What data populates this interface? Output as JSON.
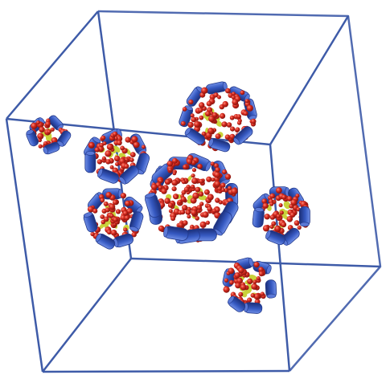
{
  "scene": {
    "background": "#ffffff",
    "box_color": "#3e5ba8",
    "rod_color": "#3558c0",
    "rod_dark": "#23398a",
    "bead_color": "#d3281d",
    "bead_dark": "#8c1410",
    "core_color": "#c9d23a",
    "clusters": [
      {
        "name": "cluster-top-right",
        "bead_count": 90
      },
      {
        "name": "cluster-far-left",
        "bead_count": 30
      },
      {
        "name": "cluster-upper-left",
        "bead_count": 70
      },
      {
        "name": "cluster-center",
        "bead_count": 190
      },
      {
        "name": "cluster-left-middle",
        "bead_count": 70
      },
      {
        "name": "cluster-right",
        "bead_count": 70
      },
      {
        "name": "cluster-bottom",
        "bead_count": 50
      }
    ]
  }
}
